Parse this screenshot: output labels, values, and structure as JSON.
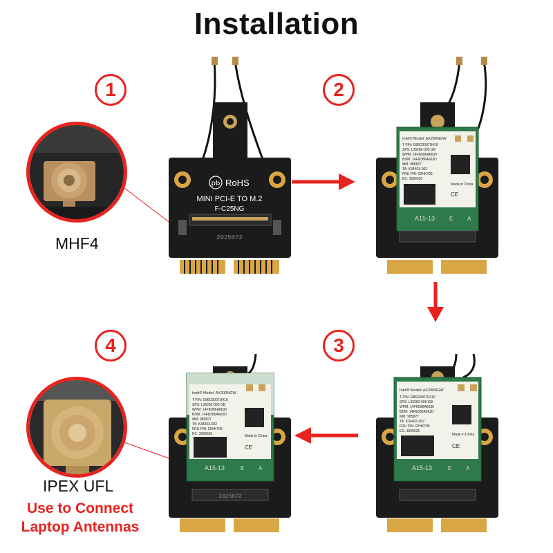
{
  "title": "Installation",
  "steps": [
    {
      "number": "1",
      "connector": "MHF4"
    },
    {
      "number": "2"
    },
    {
      "number": "3"
    },
    {
      "number": "4",
      "connector": "IPEX UFL"
    }
  ],
  "adapter": {
    "brand": "pb",
    "rohs": "RoHS",
    "line1": "MINI PCI-E TO M.2",
    "line2": "F-C25NG",
    "serial": "2025072"
  },
  "module": {
    "model": "Intel® Model: AX200NGW",
    "lines": [
      "T P/N: G86C0007U410",
      "SPS: L35282-005  GB",
      "WPM: 14F6D86A6630",
      "BDM: 14F6D86A663D",
      "MM: 985827",
      "TA: K34403-002",
      "FRU P/N: 02HK705",
      "EC: 3595635"
    ],
    "made_in": "Made in China",
    "slot": "A15-13",
    "key_e": "E",
    "key_a": "A"
  },
  "note": {
    "line1": "Use to Connect",
    "line2": "Laptop Antennas"
  },
  "colors": {
    "accent": "#e8231f",
    "pcb": "#1b1b1b",
    "module": "#2f7a4a",
    "gold": "#d9a645"
  }
}
